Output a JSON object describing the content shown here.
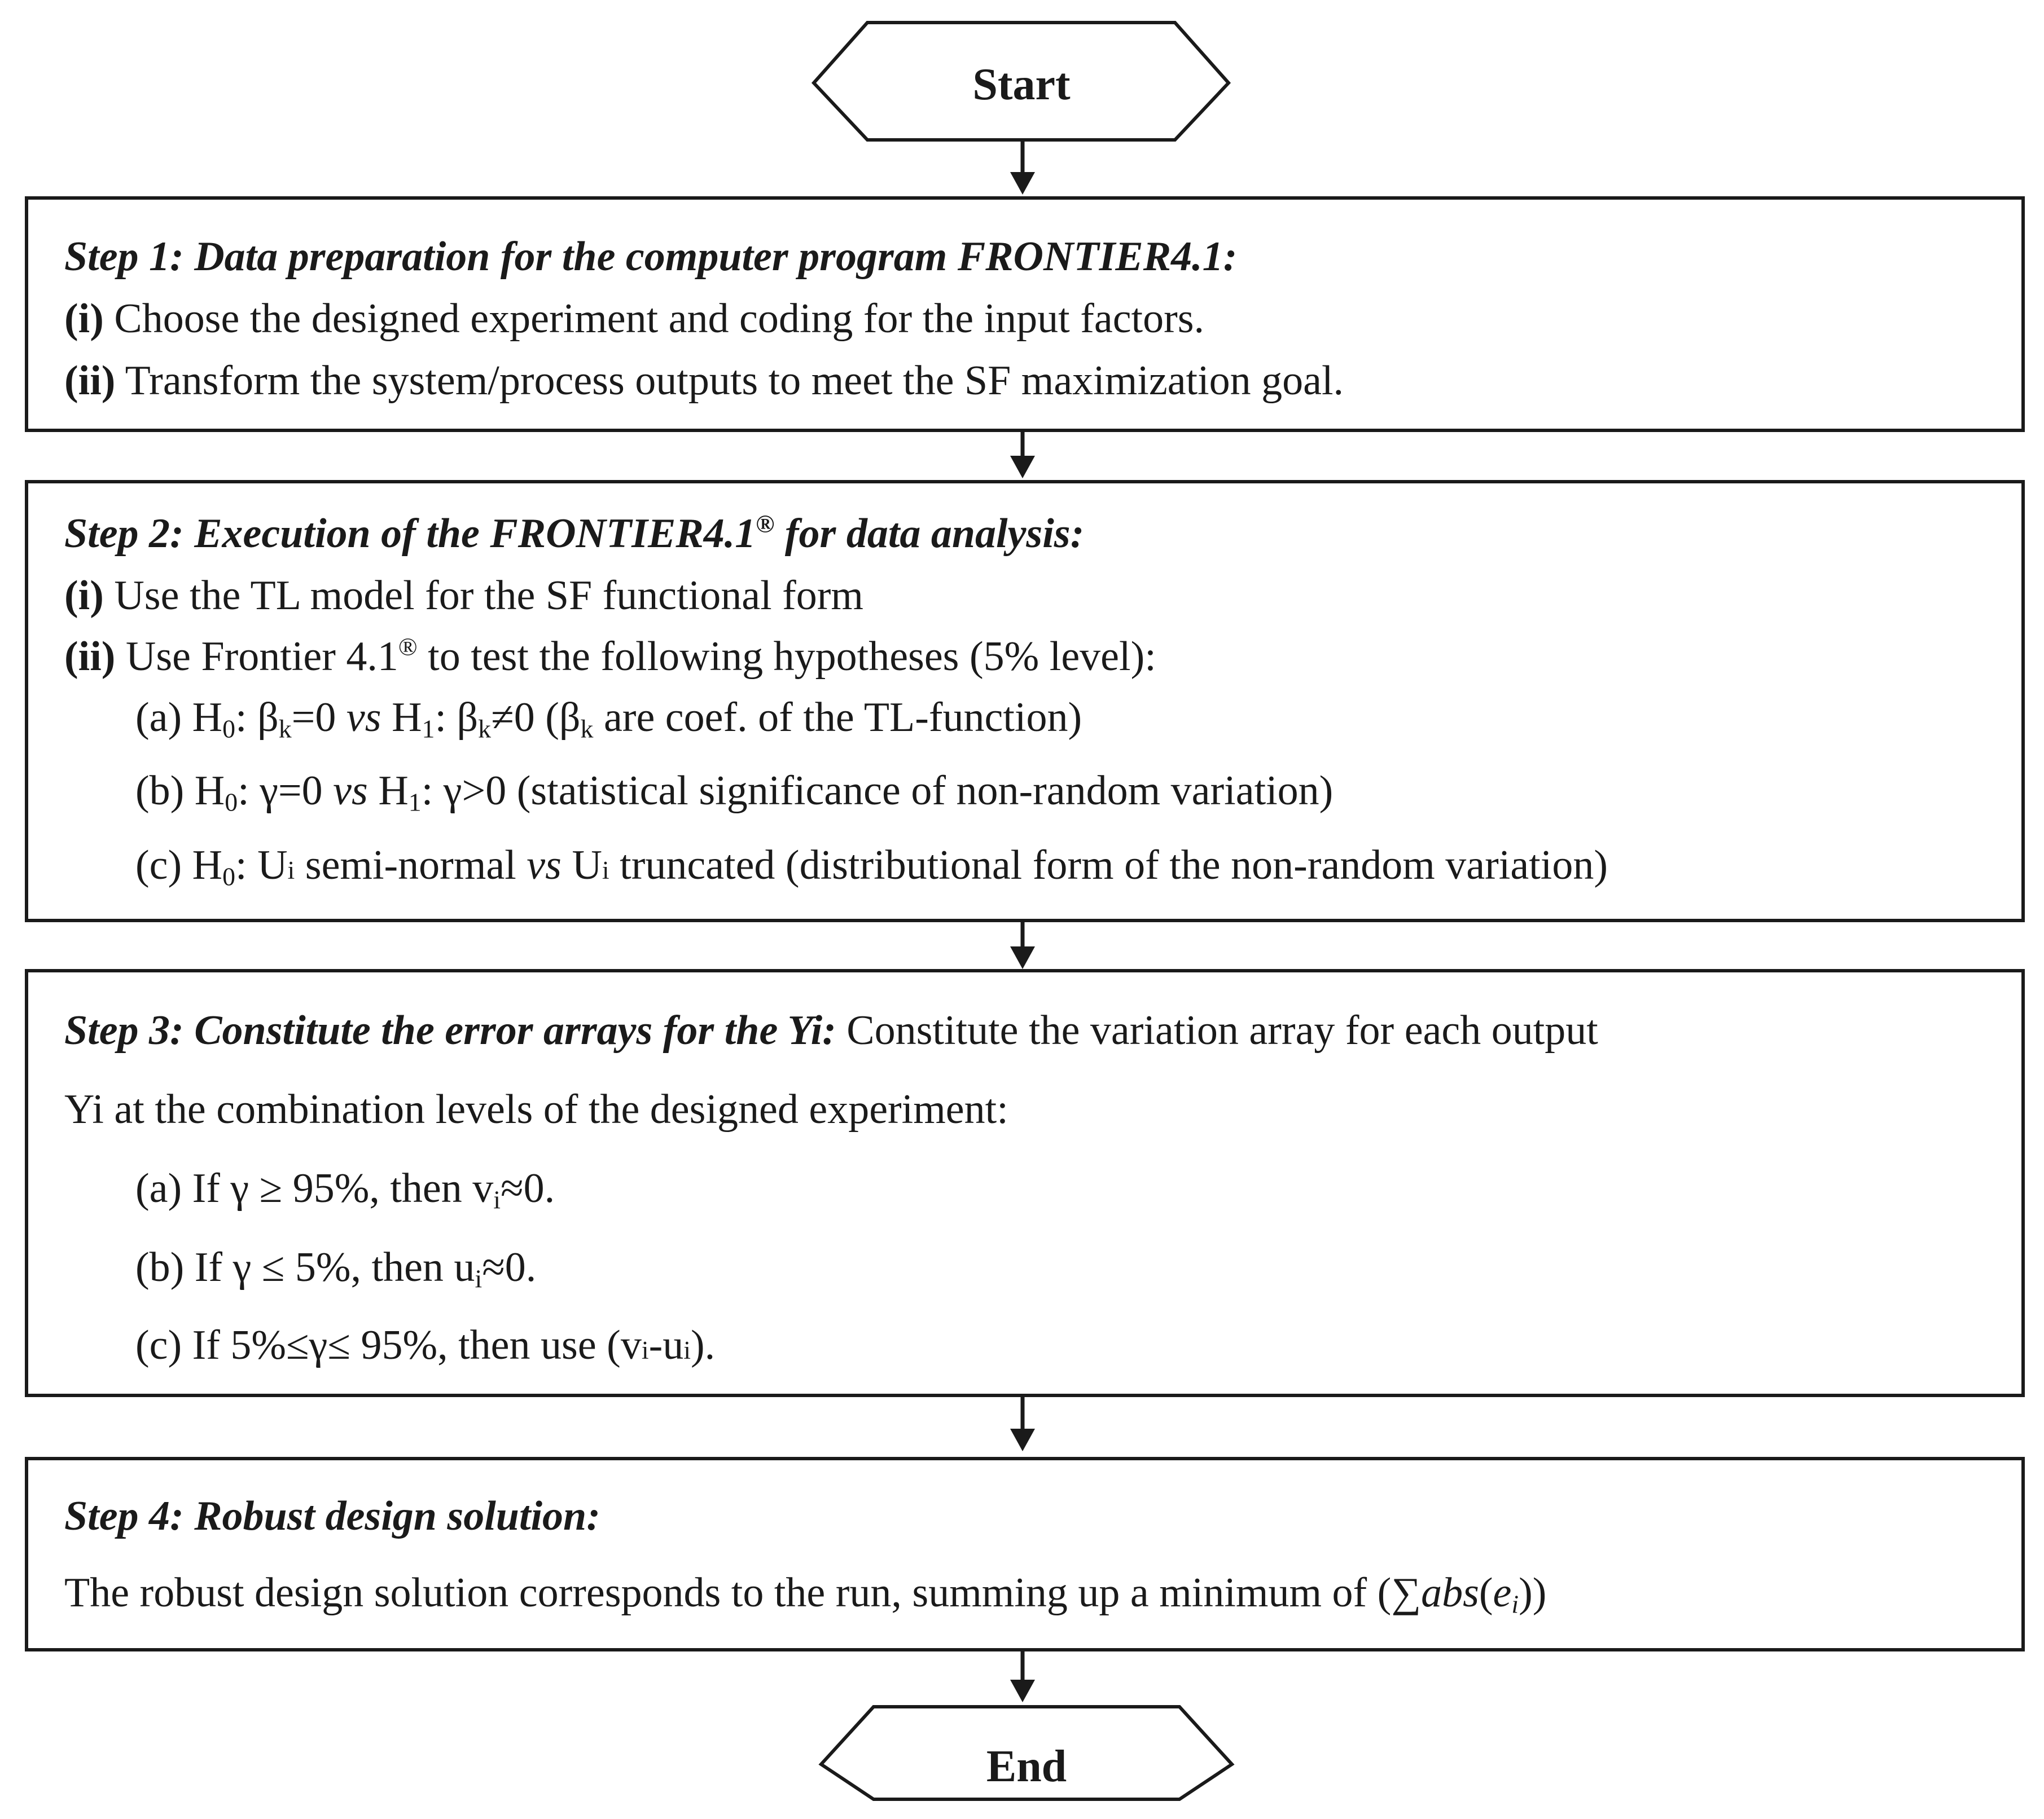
{
  "start": {
    "label": "Start"
  },
  "end": {
    "label": "End"
  },
  "step1": {
    "heading": "Step 1: Data preparation for the computer program FRONTIER4.1:",
    "i_marker": "(i)",
    "i_text": "Choose the designed experiment and coding for the input factors.",
    "ii_marker": "(ii)",
    "ii_text": "Transform the system/process outputs to meet the SF maximization goal."
  },
  "step2": {
    "heading_a": "Step 2: Execution of the FRONTIER4.1",
    "heading_reg": "®",
    "heading_b": " for data analysis:",
    "i_marker": "(i)",
    "i_text": "Use the TL model for the SF functional form",
    "ii_marker": "(ii)",
    "ii_text_a": "Use Frontier 4.1",
    "ii_reg": "®",
    "ii_text_b": " to test the following hypotheses (5% level):",
    "a_1": "(a) H",
    "a_sub0": "0",
    "a_2": ": β",
    "a_subk1": "k",
    "a_3": "=0 ",
    "a_vs": "vs",
    "a_4": " H",
    "a_sub1": "1",
    "a_5": ": β",
    "a_subk2": "k",
    "a_6": "≠0 (β",
    "a_subk3": "k",
    "a_7": " are coef. of the TL-function)",
    "b_1": "(b) H",
    "b_sub0": "0",
    "b_2": ": γ=0 ",
    "b_vs": "vs",
    "b_3": " H",
    "b_sub1": "1",
    "b_4": ": γ>0 (statistical significance of non-random variation)",
    "c_1": "(c) H",
    "c_sub0": "0",
    "c_2": ": U",
    "c_i1": "i",
    "c_3": " semi-normal ",
    "c_vs": "vs",
    "c_4": " U",
    "c_i2": "i",
    "c_5": " truncated (distributional form of the non-random variation)"
  },
  "step3": {
    "heading": "Step 3: Constitute the error arrays for the Yi:",
    "heading_tail": " Constitute the variation array for each output",
    "line2": "Yi at the combination levels of the designed experiment:",
    "a_1": "(a) If γ ≥ 95%, then v",
    "a_i": "i",
    "a_2": "≈0.",
    "b_1": "(b) If γ ≤ 5%, then u",
    "b_i": "i",
    "b_2": "≈0.",
    "c_1": "(c) If 5%≤γ≤ 95%, then use (v",
    "c_i1": "i",
    "c_2": "-u",
    "c_i2": "i",
    "c_3": ")."
  },
  "step4": {
    "heading": "Step 4: Robust design solution:",
    "text": "The robust design solution corresponds to the run, summing up a minimum of ",
    "formula_a": "(∑",
    "formula_abs": "abs",
    "formula_b": "(",
    "formula_e": "e",
    "formula_i": "i",
    "formula_c": "))"
  }
}
